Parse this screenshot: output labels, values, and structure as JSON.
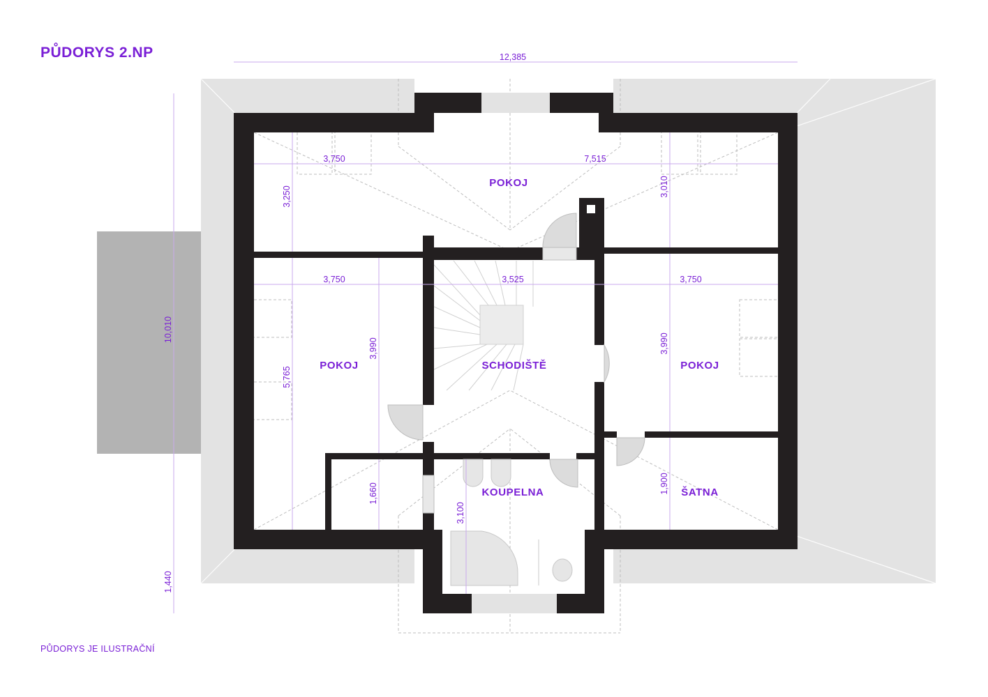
{
  "header": {
    "title": "PŮDORYS 2.NP"
  },
  "footer": {
    "note": "PŮDORYS JE ILUSTRAČNÍ"
  },
  "colors": {
    "accent": "#7a1fd6",
    "wall": "#231f20",
    "roof": "#e3e3e3",
    "terrace": "#b3b3b3",
    "fixture": "#dcdcdc",
    "dashed": "#bdbdbd"
  },
  "rooms": {
    "pokoj_top": "POKOJ",
    "pokoj_left": "POKOJ",
    "schodiste": "SCHODIŠTĚ",
    "pokoj_right": "POKOJ",
    "koupelna": "KOUPELNA",
    "satna": "ŠATNA"
  },
  "dimensions": {
    "overall_width": "12,385",
    "overall_height": "10,010",
    "bottom_extension": "1,440",
    "top_left_width": "3,750",
    "top_right_width": "7,515",
    "top_left_depth": "3,250",
    "top_right_depth": "3,010",
    "left_room_width": "3,750",
    "stair_width": "3,525",
    "right_room_width": "3,750",
    "left_room_depth": "5,765",
    "left_inner_depth": "3,990",
    "right_room_depth": "3,990",
    "storage_depth": "1,660",
    "bath_depth": "3,100",
    "satna_depth": "1,900"
  }
}
